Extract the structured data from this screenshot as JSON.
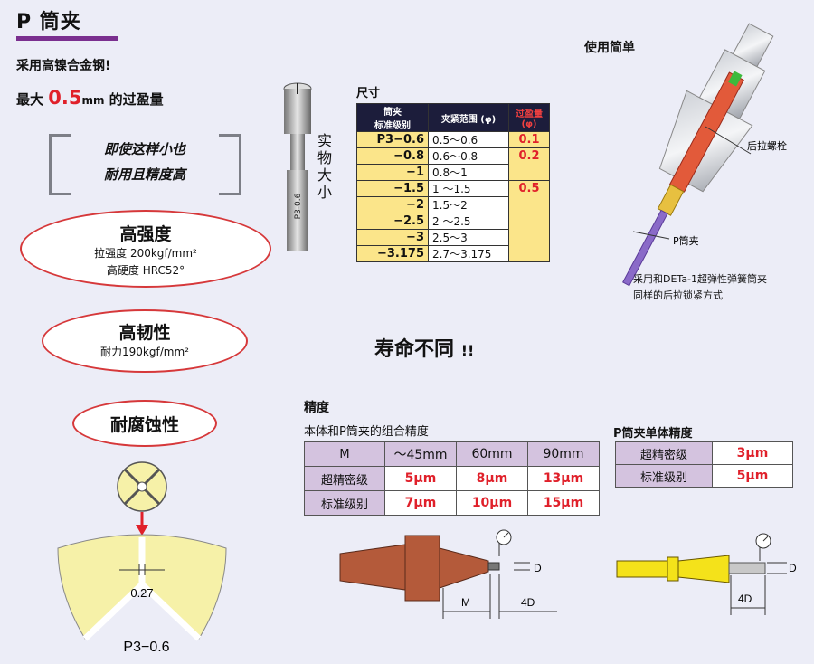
{
  "heading": "P 筒夹",
  "line1": "采用高镍合金钢!",
  "line2": {
    "prefix": "最大 ",
    "value": "0.5",
    "unit": "mm",
    "suffix": " 的过盈量"
  },
  "quote": {
    "l1": "即使这样小也",
    "l2": "耐用且精度高"
  },
  "ellipses": {
    "strength": {
      "title": "高强度",
      "l1": "拉强度 200kgf/mm²",
      "l2": "高硬度 HRC52°"
    },
    "toughness": {
      "title": "高韧性",
      "l1": "耐力190kgf/mm²"
    },
    "corrosion": {
      "title": "耐腐蚀性"
    }
  },
  "collet_photo": {
    "engraving": "P3-0.6",
    "label": "实物大小"
  },
  "dimensions": {
    "title": "尺寸",
    "header": {
      "size_l1": "筒夹",
      "size_l2": "标准级别",
      "range": "夹紧范围 (φ)",
      "over_l1": "过盈量",
      "over_l2": "(φ)"
    },
    "rows": [
      {
        "size": "P3−0.6",
        "range": "0.5〜0.6",
        "over": "0.1"
      },
      {
        "size": "−0.8",
        "range": "0.6〜0.8",
        "over": "0.2"
      },
      {
        "size": "−1",
        "range": "0.8〜1",
        "over": ""
      },
      {
        "size": "−1.5",
        "range": "1 〜1.5",
        "over": "0.5"
      },
      {
        "size": "−2",
        "range": "1.5〜2",
        "over": ""
      },
      {
        "size": "−2.5",
        "range": "2 〜2.5",
        "over": ""
      },
      {
        "size": "−3",
        "range": "2.5〜3",
        "over": ""
      },
      {
        "size": "−3.175",
        "range": "2.7〜3.175",
        "over": ""
      }
    ]
  },
  "usage": {
    "title": "使用简单",
    "bolt_label": "后拉螺栓",
    "collet_label": "P筒夹",
    "caption_l1": "采用和DETa-1超弹性弹簧筒夹",
    "caption_l2": "同样的后拉锁紧方式"
  },
  "life": {
    "text": "寿命不同",
    "mark": "!!"
  },
  "accuracy": {
    "title": "精度",
    "subtitle": "本体和P筒夹的组合精度",
    "headers": [
      "M",
      "〜45mm",
      "60mm",
      "90mm"
    ],
    "rows": [
      {
        "label": "超精密级",
        "values": [
          "5μm",
          "8μm",
          "13μm"
        ]
      },
      {
        "label": "标准级别",
        "values": [
          "7μm",
          "10μm",
          "15μm"
        ]
      }
    ]
  },
  "single": {
    "title": "P筒夹单体精度",
    "rows": [
      {
        "label": "超精密级",
        "value": "3μm"
      },
      {
        "label": "标准级别",
        "value": "5μm"
      }
    ]
  },
  "section_diagram": {
    "gap": "0.27",
    "label": "P3−0.6"
  },
  "diagram1": {
    "m": "M",
    "fourd": "4D",
    "d": "D"
  },
  "diagram2": {
    "fourd": "4D",
    "d": "D"
  },
  "colors": {
    "accent": "#7a2f8f",
    "red": "#e0202a",
    "yellow": "#fbe58a",
    "lavender": "#d4c3df",
    "navy": "#1c1d3b",
    "holder_brown": "#b45a3a",
    "collet_yellow": "#f4e21a"
  }
}
